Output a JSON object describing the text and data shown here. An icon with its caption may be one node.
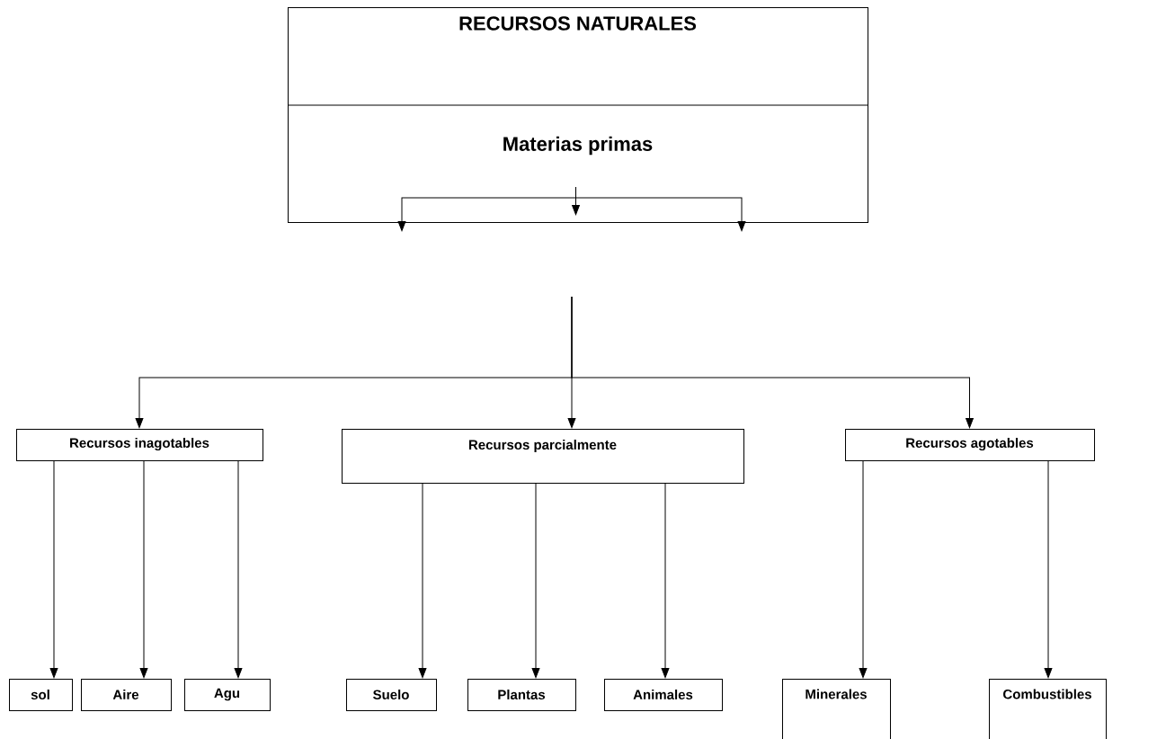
{
  "diagram": {
    "nodes": [
      {
        "text": [
          "RECURSOS NATURALES",
          "Materias primas"
        ]
      },
      {
        "text": [
          "Recursos inagotables"
        ]
      },
      {
        "text": [
          "Recursos parcialmente"
        ]
      },
      {
        "text": [
          "Recursos agotables"
        ]
      },
      {
        "text": [
          "sol"
        ]
      },
      {
        "text": [
          "Aire"
        ]
      },
      {
        "text": [
          "Agu"
        ]
      },
      {
        "text": [
          "Suelo"
        ]
      },
      {
        "text": [
          "Plantas"
        ]
      },
      {
        "text": [
          "Animales"
        ]
      },
      {
        "text": [
          "Minerales"
        ]
      },
      {
        "text": [
          "Combustibles"
        ]
      }
    ],
    "edges": [
      {
        "from": 0,
        "to": null,
        "arrow": "to"
      },
      {
        "from": 0,
        "to": null,
        "arrow": "to"
      },
      {
        "from": 0,
        "to": null,
        "arrow": "to"
      },
      {
        "from": null,
        "to": 1,
        "arrow": "to"
      },
      {
        "from": null,
        "to": 2,
        "arrow": "to"
      },
      {
        "from": null,
        "to": 3,
        "arrow": "to"
      },
      {
        "from": 1,
        "to": 4,
        "arrow": "to"
      },
      {
        "from": 1,
        "to": 5,
        "arrow": "to"
      },
      {
        "from": 1,
        "to": 6,
        "arrow": "to"
      },
      {
        "from": 2,
        "to": 7,
        "arrow": "to"
      },
      {
        "from": 2,
        "to": 8,
        "arrow": "to"
      },
      {
        "from": 2,
        "to": 9,
        "arrow": "to"
      },
      {
        "from": 3,
        "to": 10,
        "arrow": "to"
      },
      {
        "from": 3,
        "to": 11,
        "arrow": "to"
      }
    ]
  }
}
